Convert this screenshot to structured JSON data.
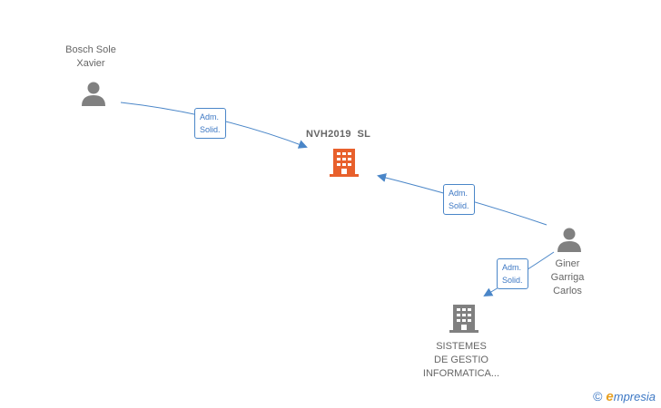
{
  "colors": {
    "edge": "#4a86c8",
    "person_icon": "#808080",
    "company_icon": "#808080",
    "focus_company_icon": "#e8602c",
    "label_text": "#666666"
  },
  "nodes": {
    "center": {
      "label": "NVH2019  SL",
      "icon": "building-icon"
    },
    "bosch": {
      "line1": "Bosch Sole",
      "line2": "Xavier",
      "icon": "person-icon"
    },
    "giner": {
      "line1": "Giner",
      "line2": "Garriga",
      "line3": "Carlos",
      "icon": "person-icon"
    },
    "sistemes": {
      "line1": "SISTEMES",
      "line2": "DE GESTIO",
      "line3": "INFORMATICA...",
      "icon": "building-icon"
    }
  },
  "edges": [
    {
      "from": "Bosch Sole Xavier",
      "to": "NVH2019 SL",
      "line1": "Adm.",
      "line2": "Solid."
    },
    {
      "from": "Giner Garriga Carlos",
      "to": "NVH2019 SL",
      "line1": "Adm.",
      "line2": "Solid."
    },
    {
      "from": "Giner Garriga Carlos",
      "to": "SISTEMES DE GESTIO INFORMATICA...",
      "line1": "Adm.",
      "line2": "Solid."
    }
  ],
  "watermark": {
    "copyright": "©",
    "brand_first": "e",
    "brand_rest": "mpresia"
  }
}
